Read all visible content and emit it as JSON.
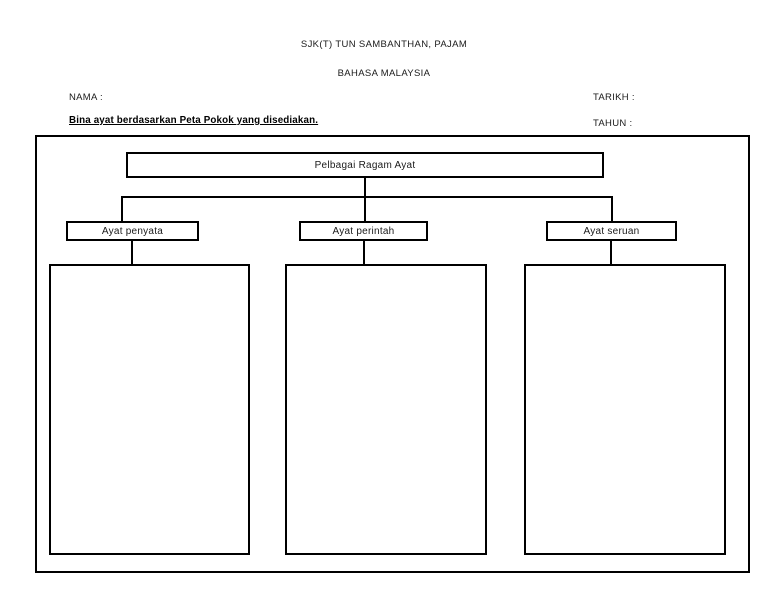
{
  "header": {
    "school_name": "SJK(T) TUN SAMBANTHAN, PAJAM",
    "subject": "BAHASA MALAYSIA"
  },
  "fields": {
    "nama_label": "NAMA :",
    "tarikh_label": "TARIKH :",
    "tahun_label": "TAHUN :"
  },
  "instruction": "Bina ayat berdasarkan Peta Pokok yang disediakan.",
  "tree_map": {
    "root_label": "Pelbagai Ragam Ayat",
    "branches": [
      {
        "label": "Ayat penyata",
        "answer_text": ""
      },
      {
        "label": "Ayat perintah",
        "answer_text": ""
      },
      {
        "label": "Ayat seruan",
        "answer_text": ""
      }
    ]
  },
  "colors": {
    "line": "#000000",
    "text": "#1a1a1a",
    "background": "#ffffff"
  }
}
